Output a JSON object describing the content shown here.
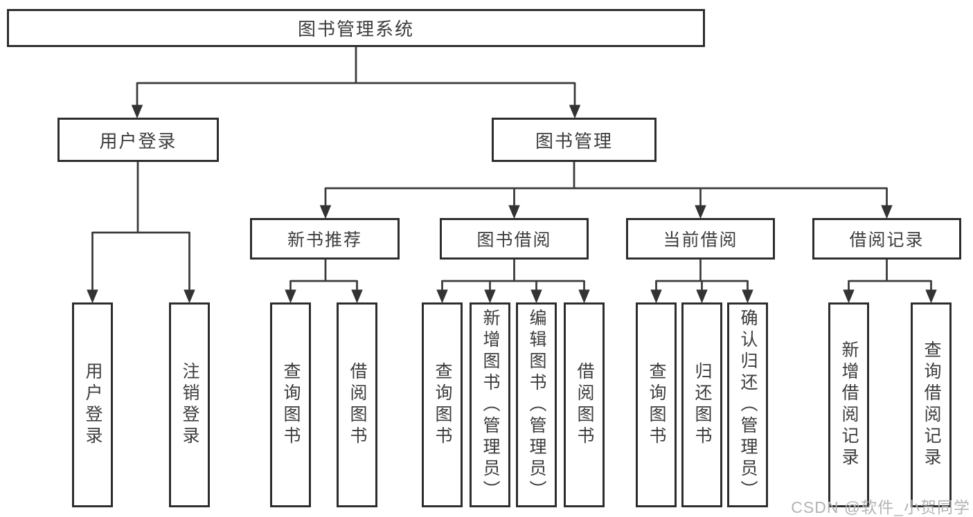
{
  "nodes": {
    "root": "图书管理系统",
    "user_login": "用户登录",
    "book_mgmt": "图书管理",
    "new_books": "新书推荐",
    "book_borrow": "图书借阅",
    "current_borrow": "当前借阅",
    "borrow_records": "借阅记录",
    "leaves": {
      "user_login": [
        "用户登录",
        "注销登录"
      ],
      "new_books": [
        "查询图书",
        "借阅图书"
      ],
      "book_borrow": [
        "查询图书",
        "新增图书（管理员）",
        "编辑图书（管理员）",
        "借阅图书"
      ],
      "current_borrow": [
        "查询图书",
        "归还图书",
        "确认归还（管理员）"
      ],
      "borrow_records": [
        "新增借阅记录",
        "查询借阅记录"
      ]
    }
  },
  "watermark": "CSDN @软件_小贺同学",
  "colors": {
    "line": "#3a3a3a",
    "box_border": "#2d2d2d",
    "text": "#3c3c3c",
    "watermark": "#b3b3b3",
    "background": "#ffffff"
  }
}
